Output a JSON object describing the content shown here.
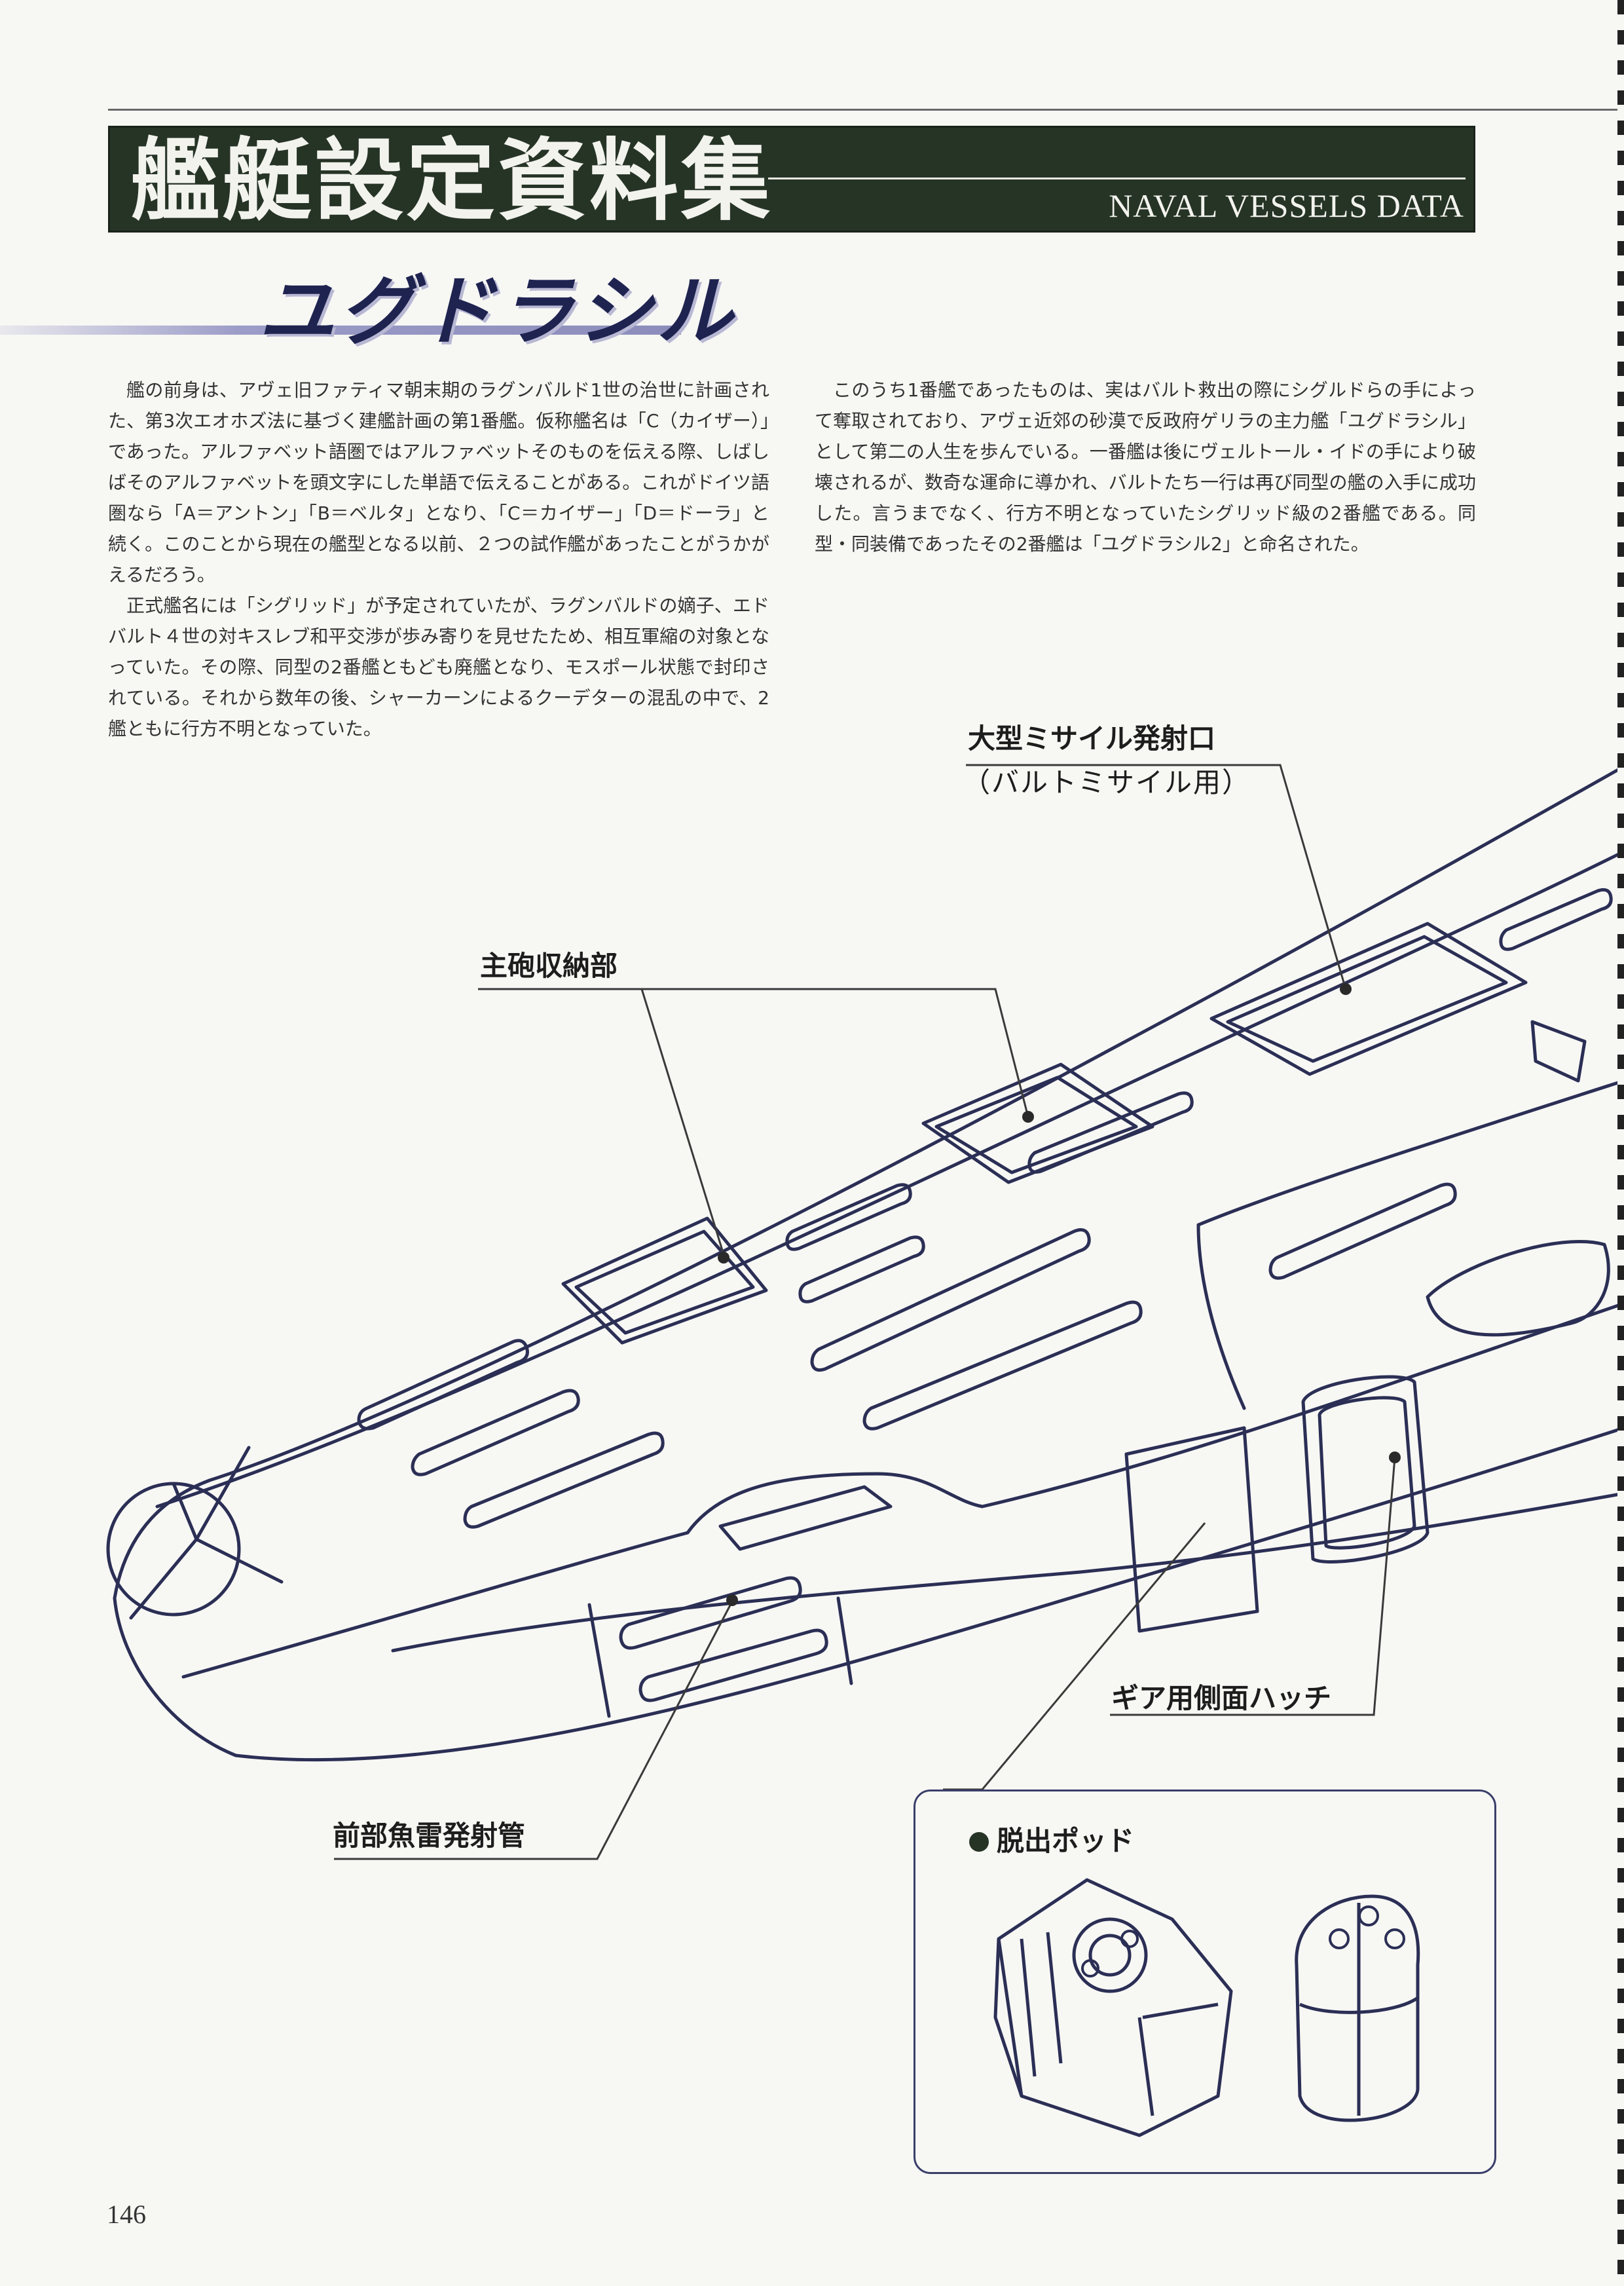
{
  "header": {
    "title": "艦艇設定資料集",
    "subtitle": "NAVAL VESSELS DATA"
  },
  "section": {
    "ship_name": "ユグドラシル"
  },
  "body": {
    "left_paragraphs": [
      "艦の前身は、アヴェ旧ファティマ朝末期のラグンバルド1世の治世に計画された、第3次エオホズ法に基づく建艦計画の第1番艦。仮称艦名は「C（カイザー）」であった。アルファベット語圏ではアルファベットそのものを伝える際、しばしばそのアルファベットを頭文字にした単語で伝えることがある。これがドイツ語圏なら「A＝アントン」「B＝ベルタ」となり、「C＝カイザー」「D＝ドーラ」と続く。このことから現在の艦型となる以前、２つの試作艦があったことがうかがえるだろう。",
      "正式艦名には「シグリッド」が予定されていたが、ラグンバルドの嫡子、エドバルト４世の対キスレブ和平交渉が歩み寄りを見せたため、相互軍縮の対象となっていた。その際、同型の2番艦ともども廃艦となり、モスポール状態で封印されている。それから数年の後、シャーカーンによるクーデターの混乱の中で、2艦ともに行方不明となっていた。"
    ],
    "right_paragraphs": [
      "このうち1番艦であったものは、実はバルト救出の際にシグルドらの手によって奪取されており、アヴェ近郊の砂漠で反政府ゲリラの主力艦「ユグドラシル」として第二の人生を歩んでいる。一番艦は後にヴェルトール・イドの手により破壊されるが、数奇な運命に導かれ、バルトたち一行は再び同型の艦の入手に成功した。言うまでなく、行方不明となっていたシグリッド級の2番艦である。同型・同装備であったその2番艦は「ユグドラシル2」と命名された。"
    ]
  },
  "callouts": {
    "missile_port": "大型ミサイル発射口",
    "missile_port_sub": "（バルトミサイル用）",
    "main_gun_bay": "主砲収納部",
    "torpedo_tubes": "前部魚雷発射管",
    "gear_hatch": "ギア用側面ハッチ",
    "escape_pod": "脱出ポッド"
  },
  "footer": {
    "page_number": "146"
  },
  "colors": {
    "banner": "#263426",
    "title_accent": "#1f2350",
    "sketch_line": "#2b2f55"
  }
}
